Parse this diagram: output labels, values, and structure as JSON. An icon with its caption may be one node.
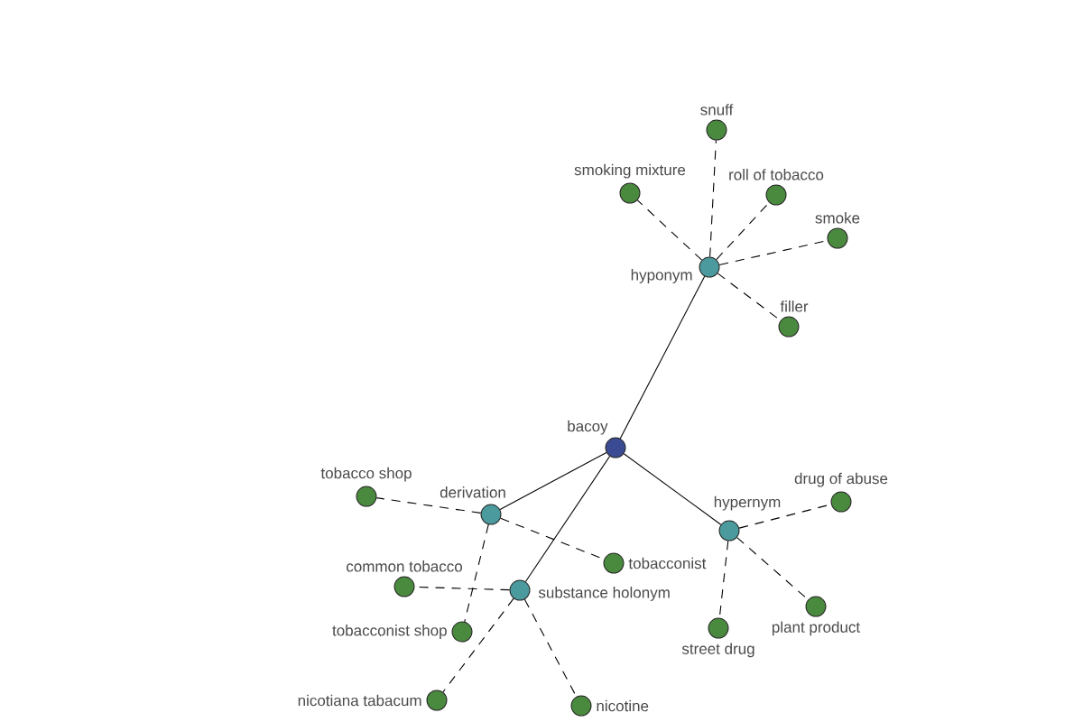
{
  "diagram": {
    "nodes": [
      {
        "text": [
          "snuff"
        ]
      },
      {
        "text": [
          "smoking mixture"
        ]
      },
      {
        "text": [
          "roll of tobacco"
        ]
      },
      {
        "text": [
          "smoke"
        ]
      },
      {
        "text": [
          "hyponym"
        ]
      },
      {
        "text": [
          "filler"
        ]
      },
      {
        "text": [
          "bacoy"
        ]
      },
      {
        "text": [
          "drug of abuse"
        ]
      },
      {
        "text": [
          "tobacco shop"
        ]
      },
      {
        "text": [
          "derivation"
        ]
      },
      {
        "text": [
          "hypernym"
        ]
      },
      {
        "text": [
          "common tobacco"
        ]
      },
      {
        "text": [
          "substance holonym"
        ]
      },
      {
        "text": [
          "tobacconist"
        ]
      },
      {
        "text": [
          "tobacconist shop"
        ]
      },
      {
        "text": [
          "street drug"
        ]
      },
      {
        "text": [
          "plant product"
        ]
      },
      {
        "text": [
          "nicotiana tabacum"
        ]
      },
      {
        "text": [
          "nicotine"
        ]
      }
    ],
    "edges": [
      {
        "from": 6,
        "to": 4,
        "arrow": "none"
      },
      {
        "from": 6,
        "to": 10,
        "arrow": "none"
      },
      {
        "from": 6,
        "to": 9,
        "arrow": "none"
      },
      {
        "from": 6,
        "to": 12,
        "arrow": "none"
      },
      {
        "from": 4,
        "to": 0,
        "arrow": "none",
        "style": "dashed"
      },
      {
        "from": 4,
        "to": 1,
        "arrow": "none",
        "style": "dashed"
      },
      {
        "from": 4,
        "to": 2,
        "arrow": "none",
        "style": "dashed"
      },
      {
        "from": 4,
        "to": 3,
        "arrow": "none",
        "style": "dashed"
      },
      {
        "from": 4,
        "to": 5,
        "arrow": "none",
        "style": "dashed"
      },
      {
        "from": 10,
        "to": 7,
        "arrow": "none",
        "style": "dashed"
      },
      {
        "from": 10,
        "to": 15,
        "arrow": "none",
        "style": "dashed"
      },
      {
        "from": 10,
        "to": 16,
        "arrow": "none",
        "style": "dashed"
      },
      {
        "from": 9,
        "to": 8,
        "arrow": "none",
        "style": "dashed"
      },
      {
        "from": 9,
        "to": 13,
        "arrow": "none",
        "style": "dashed"
      },
      {
        "from": 9,
        "to": 14,
        "arrow": "none",
        "style": "dashed"
      },
      {
        "from": 12,
        "to": 11,
        "arrow": "none",
        "style": "dashed"
      },
      {
        "from": 12,
        "to": 17,
        "arrow": "none",
        "style": "dashed"
      },
      {
        "from": 12,
        "to": 18,
        "arrow": "none",
        "style": "dashed"
      }
    ]
  }
}
